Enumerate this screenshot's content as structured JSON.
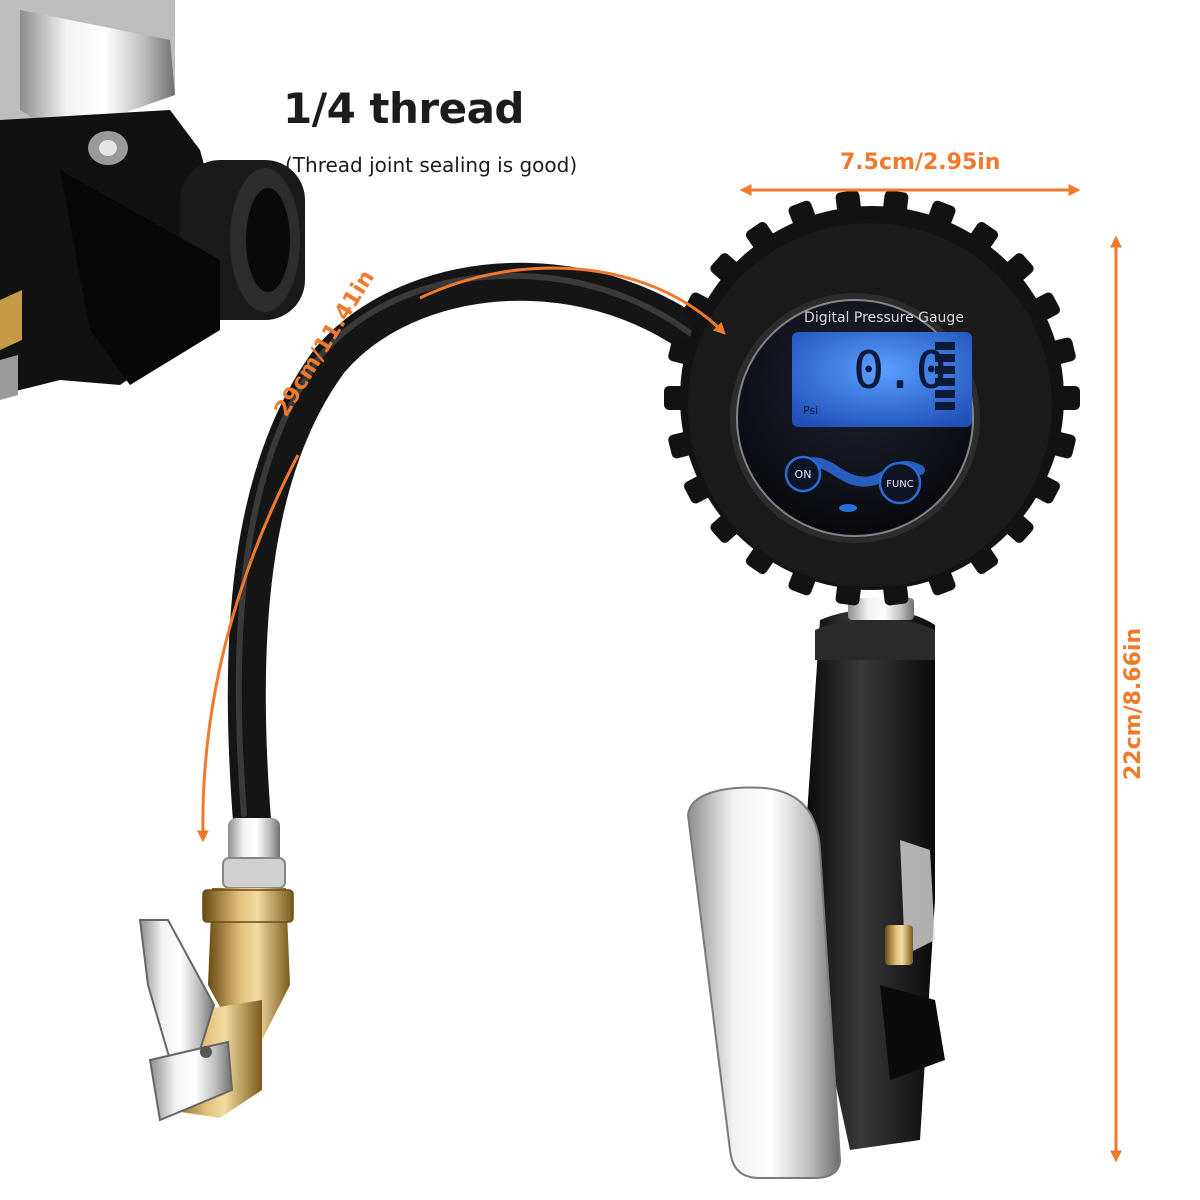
{
  "callout": {
    "heading": "1/4 thread",
    "subheading": "(Thread joint sealing is good)"
  },
  "dimensions": {
    "gauge_width": "7.5cm/2.95in",
    "hose_length": "29cm/11.41in",
    "total_height": "22cm/8.66in"
  },
  "gauge": {
    "face_label": "Digital Pressure Gauge",
    "reading": "0.0",
    "unit": "Psi",
    "button_on": "ON",
    "button_func": "FUNC"
  },
  "colors": {
    "accent": "#f07a2c",
    "lcd": "#2b6bd8",
    "body": "#141414"
  }
}
